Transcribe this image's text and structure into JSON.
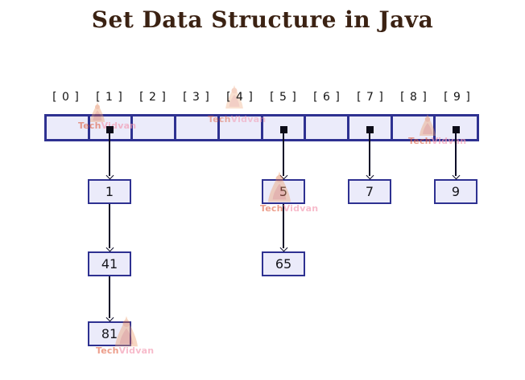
{
  "title": "Set Data Structure in Java",
  "watermark": {
    "brand_part1": "Tech",
    "brand_part2": "Vidvan"
  },
  "colors": {
    "title_text": "#3b2213",
    "box_border": "#2e3191",
    "box_fill": "#ebebfa",
    "arrow": "#0d0d28",
    "pointer_square": "#0c0c18"
  },
  "array": {
    "indices": [
      "[ 0 ]",
      "[ 1 ]",
      "[ 2 ]",
      "[ 3 ]",
      "[ 4 ]",
      "[ 5 ]",
      "[ 6 ]",
      "[ 7 ]",
      "[ 8 ]",
      "[ 9 ]"
    ],
    "occupied_buckets": [
      1,
      5,
      7,
      9
    ]
  },
  "chains": [
    {
      "bucket_index": 1,
      "nodes": [
        "1",
        "41",
        "81"
      ]
    },
    {
      "bucket_index": 5,
      "nodes": [
        "5",
        "65"
      ]
    },
    {
      "bucket_index": 7,
      "nodes": [
        "7"
      ]
    },
    {
      "bucket_index": 9,
      "nodes": [
        "9"
      ]
    }
  ]
}
